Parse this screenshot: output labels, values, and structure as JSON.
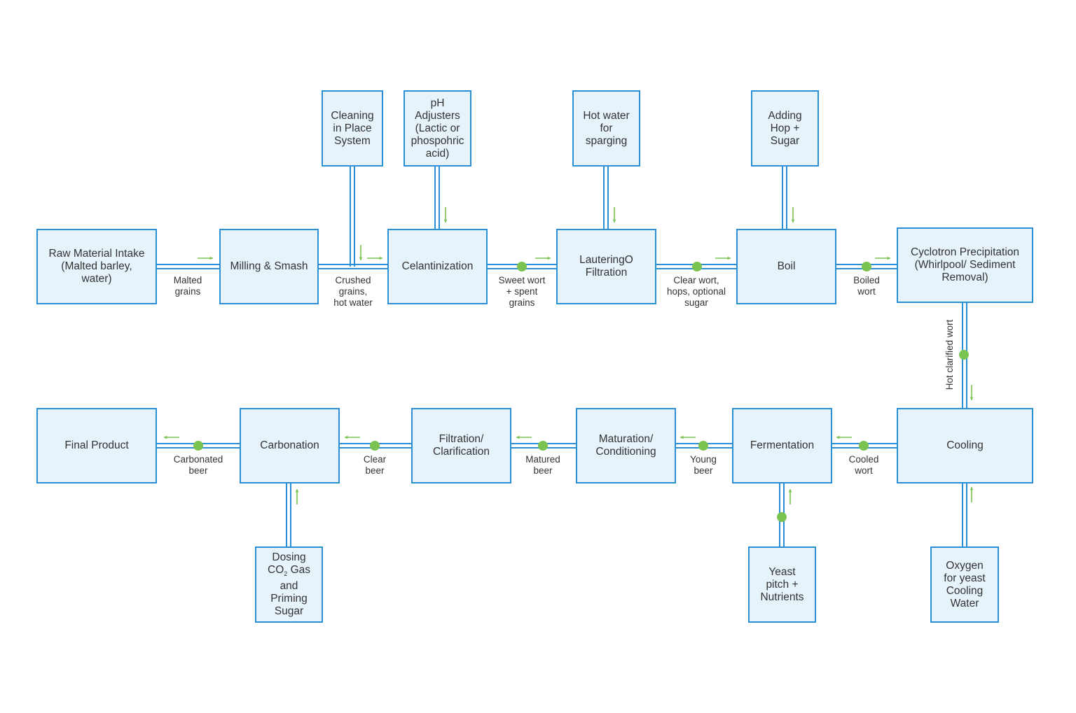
{
  "colors": {
    "line": "#2b8fd6",
    "box_fill": "#e6f3fa",
    "accent": "#7ac353",
    "text": "#333333"
  },
  "icons": {
    "flow_arrow": "arrow-icon",
    "connector": "connector-dot-icon"
  },
  "nodes": {
    "raw_material": "Raw Material Intake\n(Malted barley,\nwater)",
    "milling": "Milling & Smash",
    "cip": "Cleaning\nin Place\nSystem",
    "ph": "pH\nAdjusters\n(Lactic or\nphospohric\nacid)",
    "celant": "Celantinization",
    "hotwater": "Hot water\nfor\nsparging",
    "lautering": "LauteringO\nFiltration",
    "hops": "Adding\nHop +\nSugar",
    "boil": "Boil",
    "cyclotron": "Cyclotron Precipitation\n(Whirlpool/ Sediment\nRemoval)",
    "cooling": "Cooling",
    "oxygen": "Oxygen\nfor yeast\nCooling\nWater",
    "fermentation": "Fermentation",
    "yeast": "Yeast\npitch +\nNutrients",
    "maturation": "Maturation/\nConditioning",
    "filtration": "Filtration/\nClarification",
    "carbonation": "Carbonation",
    "dosing_1": "Dosing",
    "dosing_co": "CO",
    "dosing_sub": "2",
    "dosing_2": " Gas",
    "dosing_3": "and\nPriming\nSugar",
    "final": "Final Product"
  },
  "labels": {
    "malted_grains": "Malted\ngrains",
    "crushed": "Crushed\ngrains,\nhot water",
    "sweet_wort": "Sweet wort\n+ spent\ngrains",
    "clear_wort": "Clear wort,\nhops, optional\nsugar",
    "boiled_wort": "Boiled\nwort",
    "hot_clarified": "Hot clarified wort",
    "cooled_wort": "Cooled\nwort",
    "young_beer": "Young\nbeer",
    "matured_beer": "Matured\nbeer",
    "clear_beer": "Clear\nbeer",
    "carbonated_beer": "Carbonated\nbeer"
  }
}
